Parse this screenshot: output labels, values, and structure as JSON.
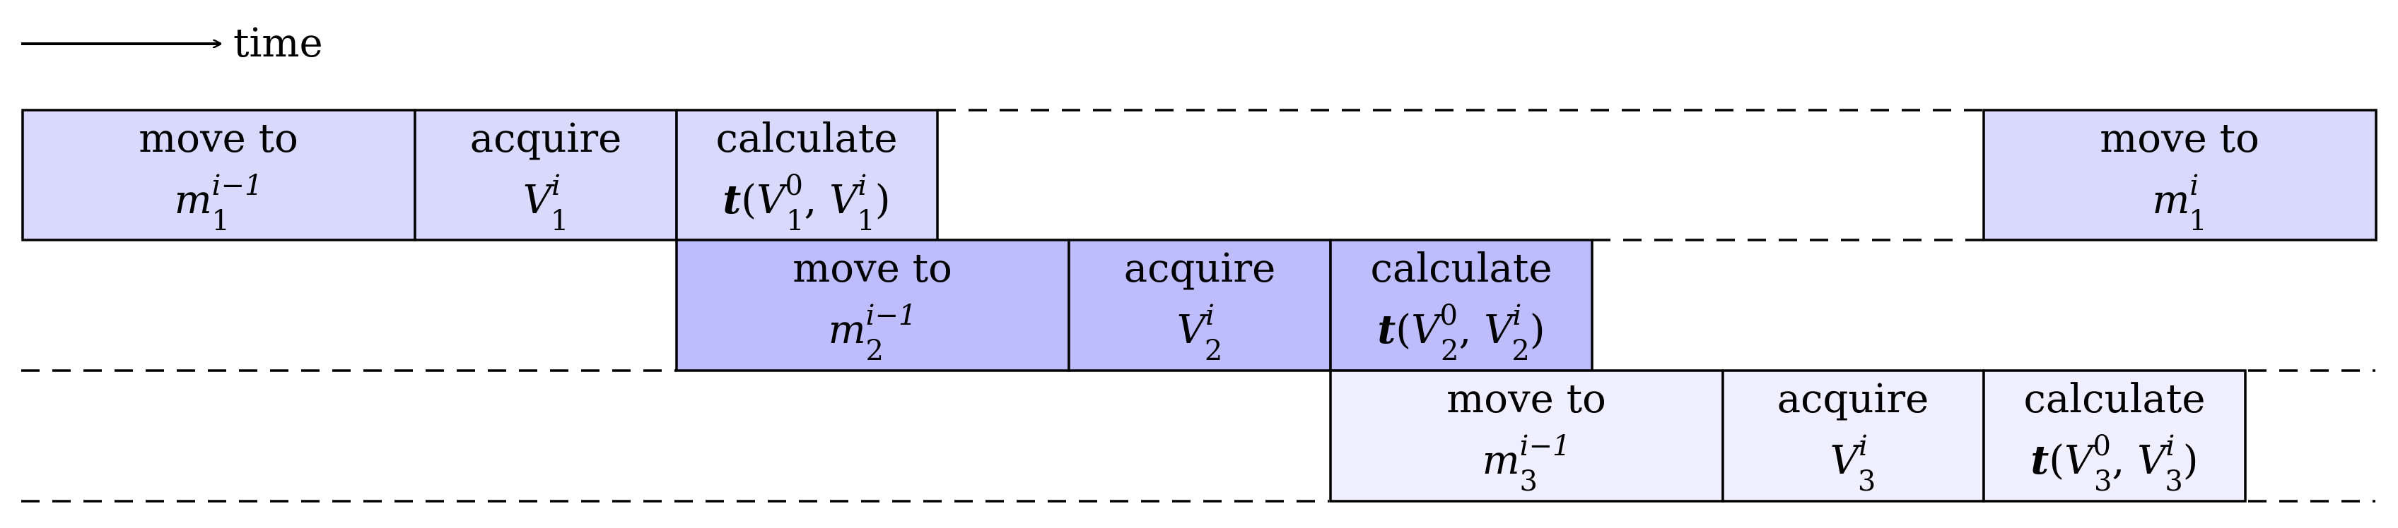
{
  "header": {
    "axis_label": "time"
  },
  "colors": {
    "row1": "#d9d9fb",
    "row2": "#bebdfb",
    "row3": "#efefff",
    "stroke": "#000000"
  },
  "rows": [
    {
      "blocks": [
        {
          "kind": "move",
          "title": "move to",
          "var": "m",
          "sup": "i−1",
          "sub": "1"
        },
        {
          "kind": "acquire",
          "title": "acquire",
          "var": "V",
          "sup": "i",
          "sub": "1"
        },
        {
          "kind": "calc",
          "title": "calculate",
          "fn": "t",
          "a_var": "V",
          "a_sup": "0",
          "a_sub": "1",
          "b_var": "V",
          "b_sup": "i",
          "b_sub": "1"
        },
        {
          "kind": "move",
          "title": "move to",
          "var": "m",
          "sup": "i",
          "sub": "1"
        }
      ]
    },
    {
      "blocks": [
        {
          "kind": "move",
          "title": "move to",
          "var": "m",
          "sup": "i−1",
          "sub": "2"
        },
        {
          "kind": "acquire",
          "title": "acquire",
          "var": "V",
          "sup": "i",
          "sub": "2"
        },
        {
          "kind": "calc",
          "title": "calculate",
          "fn": "t",
          "a_var": "V",
          "a_sup": "0",
          "a_sub": "2",
          "b_var": "V",
          "b_sup": "i",
          "b_sub": "2"
        }
      ]
    },
    {
      "blocks": [
        {
          "kind": "move",
          "title": "move to",
          "var": "m",
          "sup": "i−1",
          "sub": "3"
        },
        {
          "kind": "acquire",
          "title": "acquire",
          "var": "V",
          "sup": "i",
          "sub": "3"
        },
        {
          "kind": "calc",
          "title": "calculate",
          "fn": "t",
          "a_var": "V",
          "a_sup": "0",
          "a_sub": "3",
          "b_var": "V",
          "b_sup": "i",
          "b_sub": "3"
        }
      ]
    }
  ]
}
